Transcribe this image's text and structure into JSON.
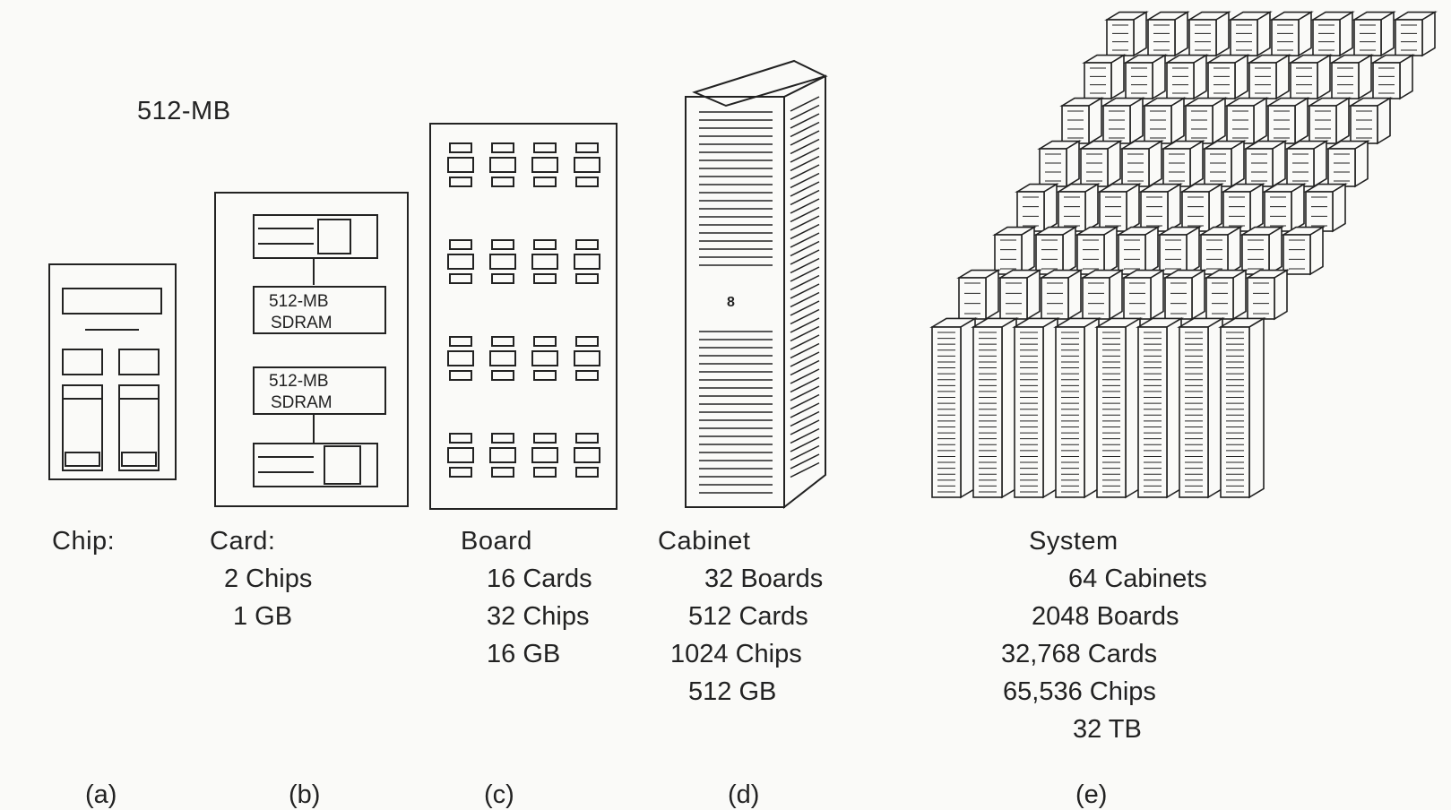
{
  "top_label": "512-MB",
  "card_chip_text": [
    "512-MB",
    "SDRAM"
  ],
  "cabinet_mark": "8",
  "columns": [
    {
      "id": "chip",
      "title": "Chip:",
      "lines": [],
      "letter": "(a)"
    },
    {
      "id": "card",
      "title": "Card:",
      "lines": [
        "2 Chips",
        "1 GB"
      ],
      "letter": "(b)"
    },
    {
      "id": "board",
      "title": "Board",
      "lines": [
        "16 Cards",
        "32 Chips",
        "16 GB"
      ],
      "letter": "(c)"
    },
    {
      "id": "cabinet",
      "title": "Cabinet",
      "lines": [
        "32 Boards",
        "512 Cards",
        "1024 Chips",
        "512 GB"
      ],
      "letter": "(d)"
    },
    {
      "id": "system",
      "title": "System",
      "lines": [
        "64 Cabinets",
        "2048 Boards",
        "32,768 Cards",
        "65,536 Chips",
        "32 TB"
      ],
      "letter": "(e)"
    }
  ],
  "colors": {
    "ink": "#222222",
    "paper": "#fafaf8"
  }
}
